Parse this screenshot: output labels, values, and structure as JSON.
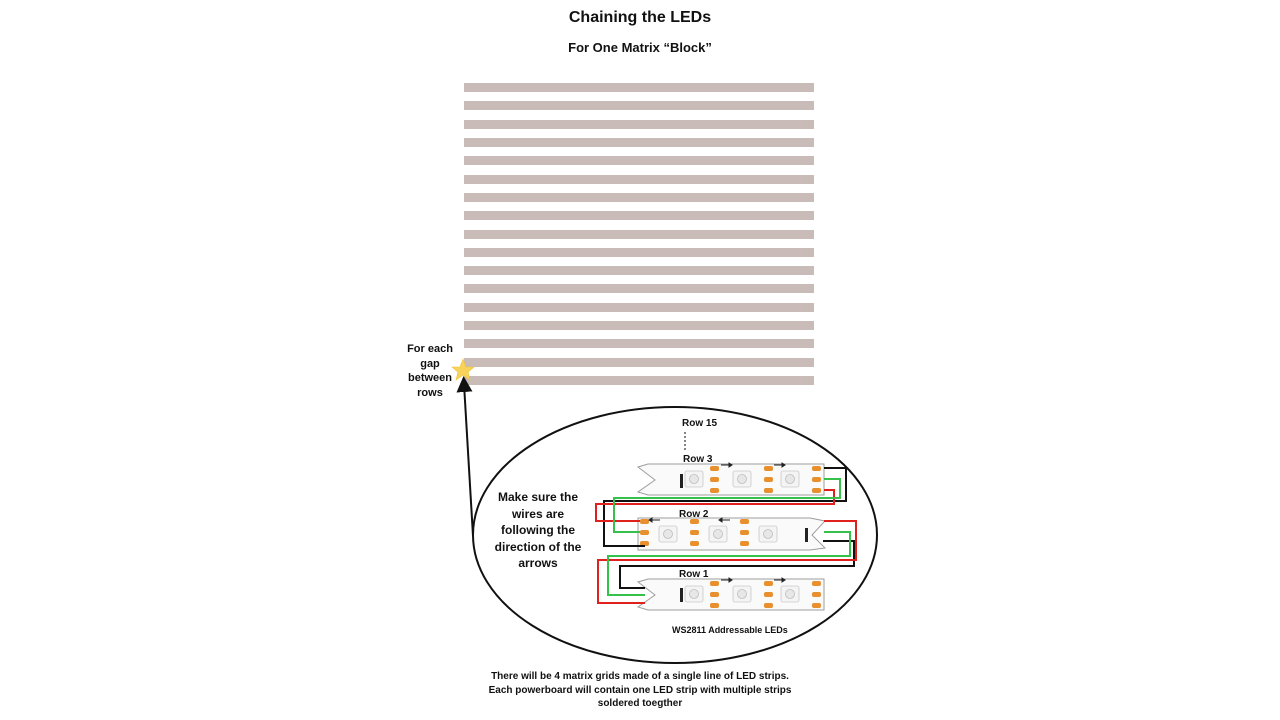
{
  "header": {
    "title": "Chaining the LEDs",
    "subtitle": "For One Matrix  “Block”"
  },
  "matrix": {
    "row_count": 17,
    "bar_color": "#c9bcb8"
  },
  "gap_note": {
    "text": "For each gap between rows",
    "marker_icon": "star-icon",
    "marker_color": "#f7d35b"
  },
  "detail": {
    "row_labels": {
      "top": "Row 15",
      "row3": "Row 3",
      "row2": "Row 2",
      "row1": "Row 1"
    },
    "instruction": "Make sure the wires are following the direction of the arrows",
    "caption": "WS2811 Addressable LEDs",
    "wire_colors": {
      "power": "#e0201c",
      "ground": "#111111",
      "data": "#36c24a"
    },
    "pad_color": "#e8902e"
  },
  "footer": {
    "lines": [
      "There will be 4 matrix grids made of a single line of LED strips.",
      "Each powerboard will contain one LED strip with multiple strips",
      "soldered toegther"
    ]
  }
}
